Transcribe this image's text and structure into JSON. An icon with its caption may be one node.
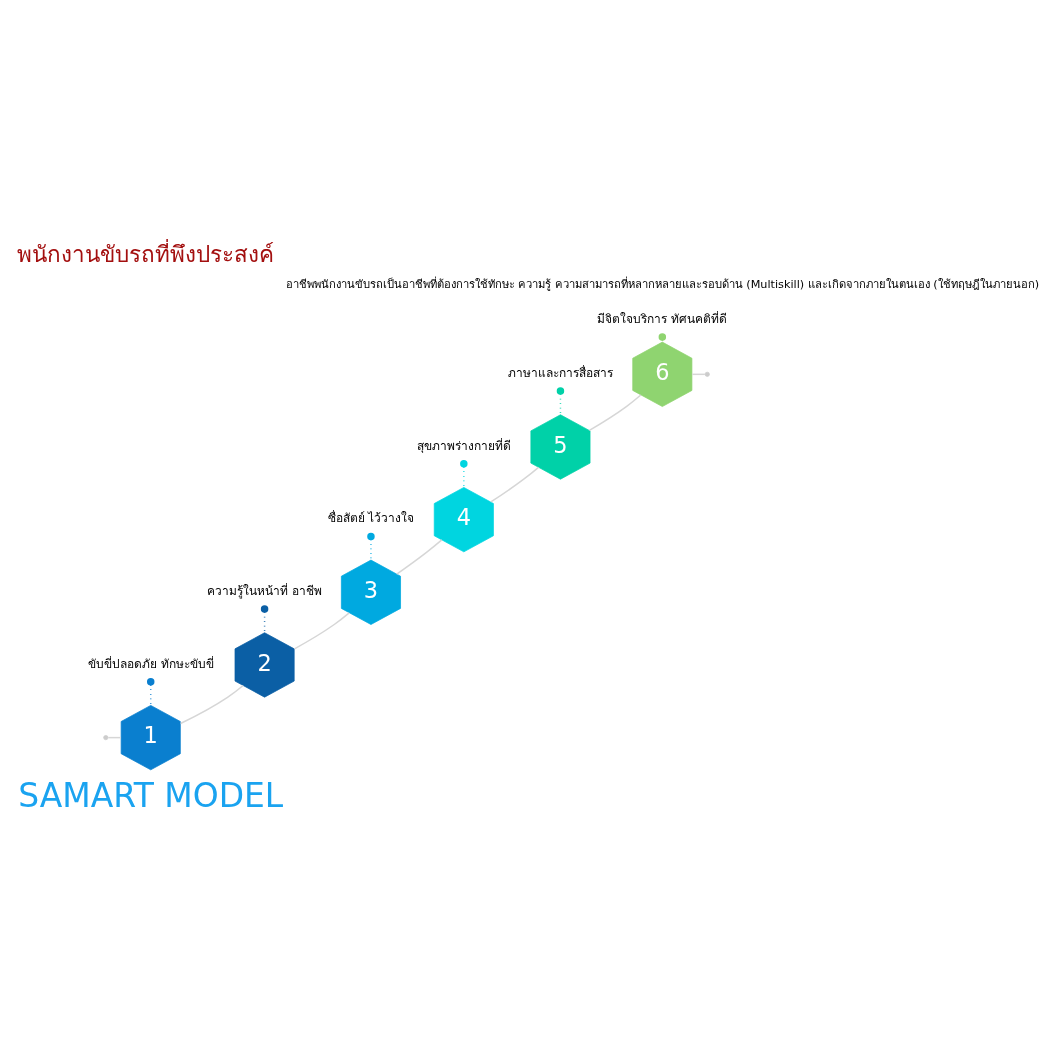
{
  "diagram": {
    "title": "พนักงานขับรถที่พึงประสงค์",
    "nodes": [
      {
        "text": [
          "1"
        ]
      },
      {
        "text": [
          "2"
        ]
      },
      {
        "text": [
          "3"
        ]
      },
      {
        "text": [
          "4"
        ]
      },
      {
        "text": [
          "5"
        ]
      },
      {
        "text": [
          "6"
        ]
      },
      {
        "text": [
          "ขับขี่ปลอดภัย ทักษะขับขี่"
        ]
      },
      {
        "text": [
          "ความรู้ในหน้าที่ อาชีพ"
        ]
      },
      {
        "text": [
          "ซื่อสัตย์ ไว้วางใจ"
        ]
      },
      {
        "text": [
          "สุขภาพร่างกายที่ดี"
        ]
      },
      {
        "text": [
          "ภาษาและการสื่อสาร"
        ]
      },
      {
        "text": [
          "มีจิตใจบริการ ทัศนคติที่ดี"
        ]
      }
    ],
    "edges": [
      {
        "from": null,
        "to": 0,
        "arrow": "none"
      },
      {
        "from": 0,
        "to": 1,
        "arrow": "none"
      },
      {
        "from": 1,
        "to": 2,
        "arrow": "none"
      },
      {
        "from": 2,
        "to": 3,
        "arrow": "none"
      },
      {
        "from": 3,
        "to": 4,
        "arrow": "none"
      },
      {
        "from": 4,
        "to": 5,
        "arrow": "none"
      },
      {
        "from": 5,
        "to": null,
        "arrow": "none"
      },
      {
        "from": 6,
        "to": 0,
        "arrow": "other",
        "style": "dashed",
        "color": "#0a7fcf"
      },
      {
        "from": 7,
        "to": 1,
        "arrow": "other",
        "style": "dashed",
        "color": "#0b5fa5"
      },
      {
        "from": 8,
        "to": 2,
        "arrow": "other",
        "style": "dashed",
        "color": "#00a9e0"
      },
      {
        "from": 9,
        "to": 3,
        "arrow": "other",
        "style": "dashed",
        "color": "#00d5e0"
      },
      {
        "from": 10,
        "to": 4,
        "arrow": "other",
        "style": "dashed",
        "color": "#00d1a8"
      },
      {
        "from": 11,
        "to": 5,
        "arrow": "other",
        "style": "dashed",
        "color": "#8fd470"
      }
    ],
    "labels": [
      "อาชีพพนักงานขับรถเป็นอาชีพที่ต้องการใช้ทักษะ ความรู้ ความสามารถที่หลากหลายและรอบด้าน (Multiskill) และเกิดจากภายในตนเอง (ใช้ทฤษฎีในภายนอก)",
      "SAMART MODEL"
    ]
  }
}
